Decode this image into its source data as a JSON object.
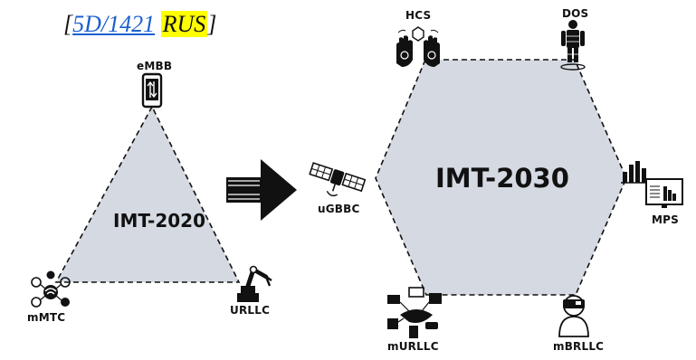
{
  "reference": {
    "open": "[",
    "code": "5D/1421",
    "country": "RUS",
    "close": "]"
  },
  "imt2020": {
    "title": "IMT-2020",
    "corners": {
      "top": "eMBB",
      "bottom_left": "mMTC",
      "bottom_right": "URLLC"
    }
  },
  "imt2030": {
    "title": "IMT-2030",
    "scenarios": {
      "top_left": "HCS",
      "top_right": "DOS",
      "left": "uGBBC",
      "right": "MPS",
      "bottom_left": "mURLLC",
      "bottom_right": "mBRLLC"
    }
  },
  "colors": {
    "fill": "#d4d9e2",
    "stroke": "#111111",
    "link": "#1a5fd0",
    "highlight": "#ffff00"
  }
}
